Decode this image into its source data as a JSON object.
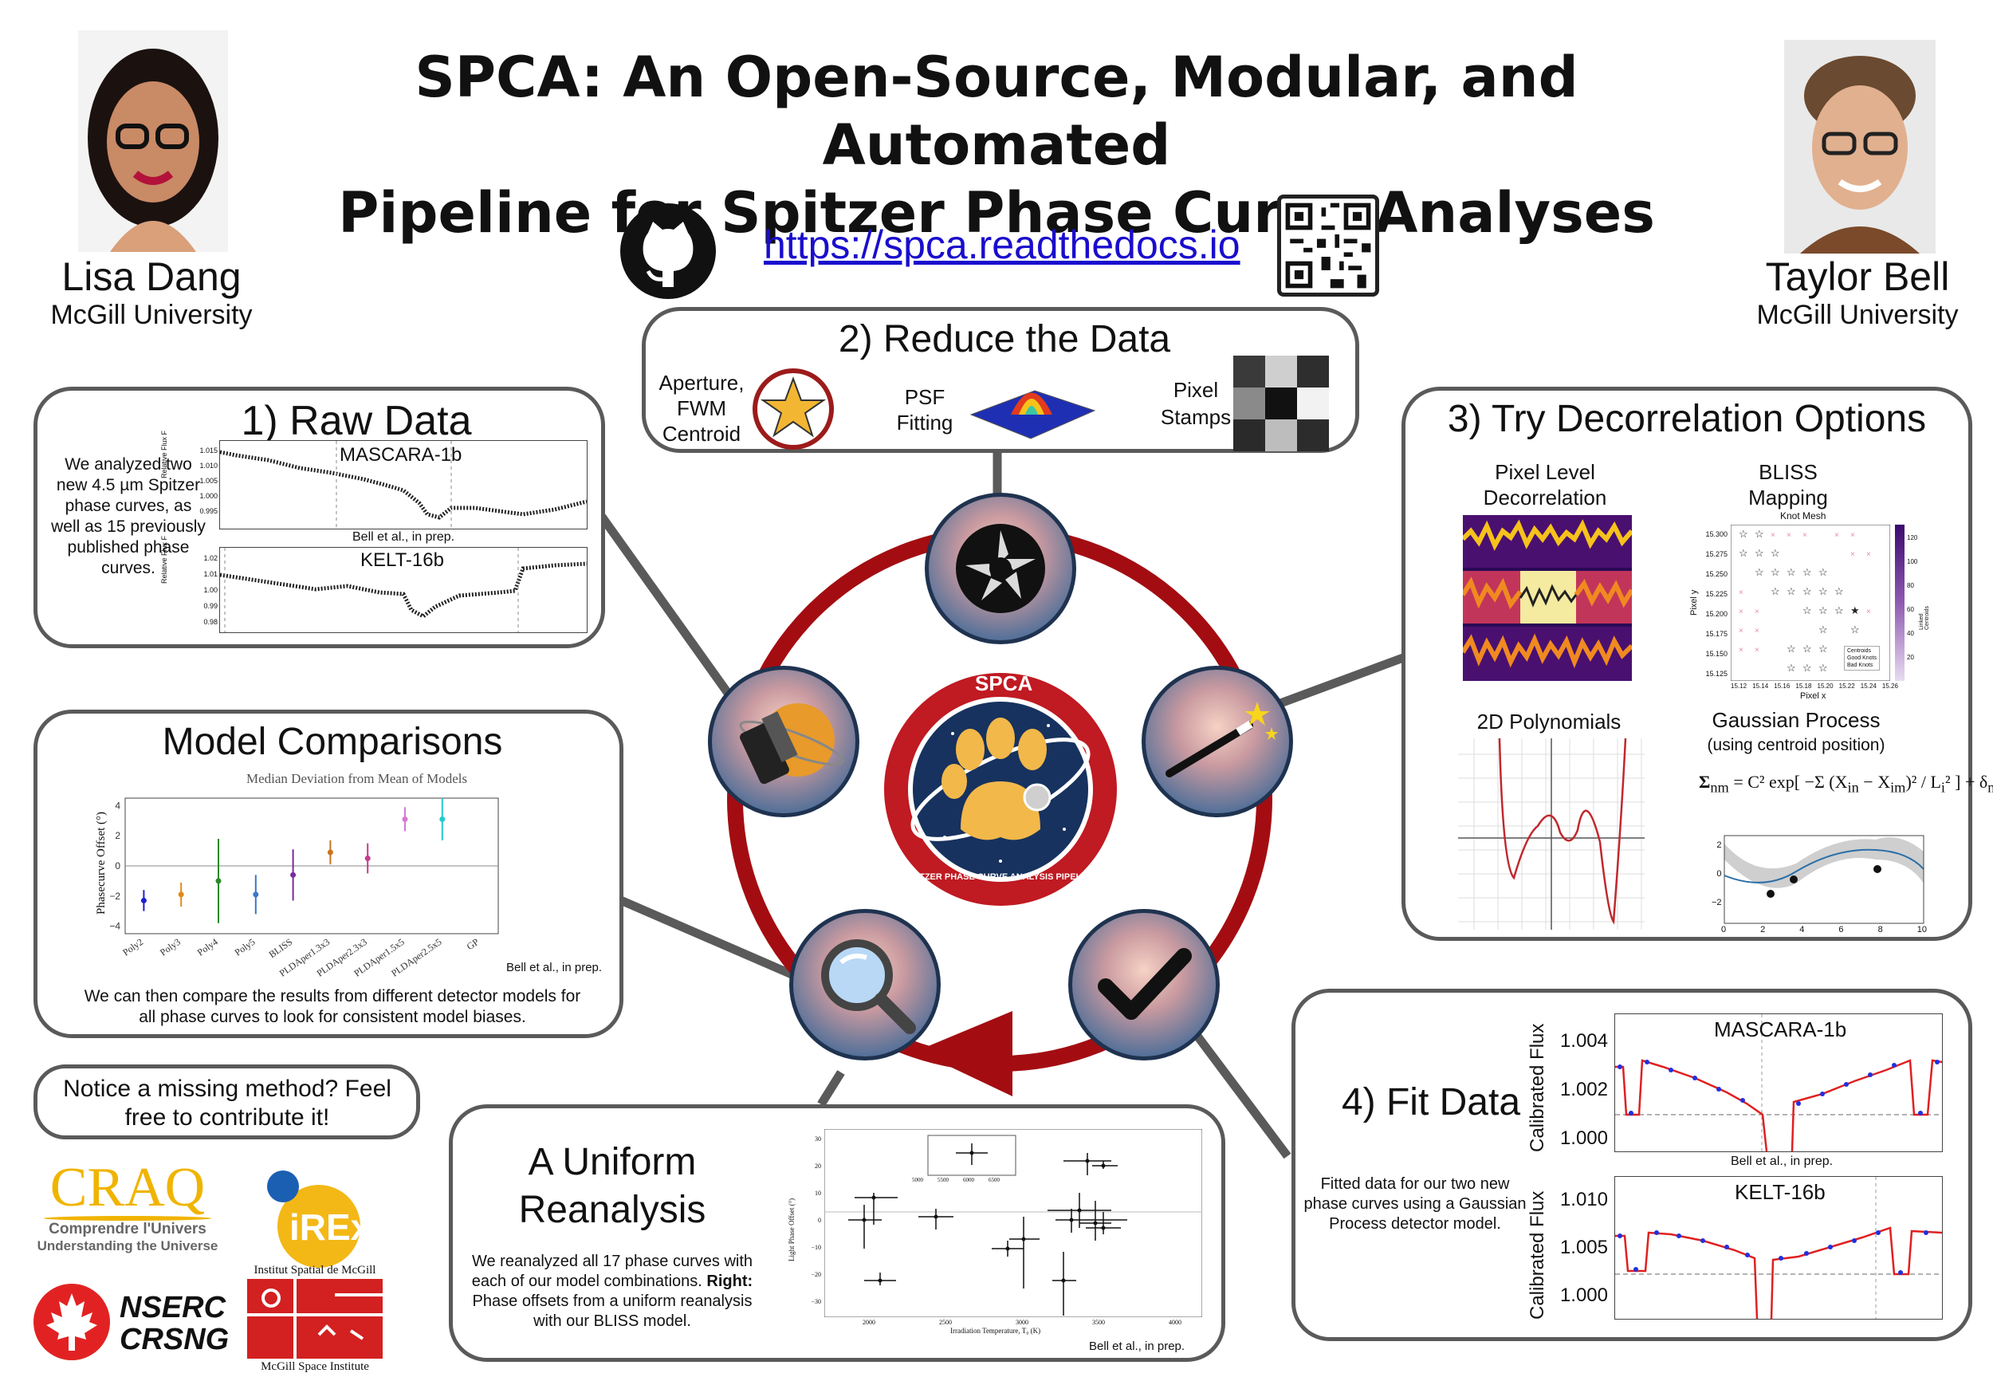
{
  "header": {
    "title_line1": "SPCA: An Open-Source, Modular, and Automated",
    "title_line2": "Pipeline for Spitzer Phase Curve Analyses",
    "url": "https://spca.readthedocs.io"
  },
  "authors": [
    {
      "name": "Lisa Dang",
      "affiliation": "McGill University"
    },
    {
      "name": "Taylor Bell",
      "affiliation": "McGill University"
    }
  ],
  "raw_data": {
    "heading": "1) Raw Data",
    "description": "We analyzed two new 4.5 µm Spitzer phase curves, as well as 15 previously published phase curves.",
    "plot1_title": "MASCARA-1b",
    "plot1_yticks": [
      "1.015",
      "1.010",
      "1.005",
      "1.000",
      "0.995"
    ],
    "plot2_title": "KELT-16b",
    "plot2_yticks": [
      "1.02",
      "1.01",
      "1.00",
      "0.99",
      "0.98"
    ],
    "ylabel": "Relative Flux F",
    "credit": "Bell et al., in prep."
  },
  "reduce": {
    "heading": "2) Reduce the Data",
    "aperture_label": "Aperture, FWM Centroid",
    "psf_label": "PSF Fitting",
    "pixel_label": "Pixel Stamps"
  },
  "decorrelation": {
    "heading": "3) Try Decorrelation Options",
    "pld_label": "Pixel Level Decorrelation",
    "bliss_label": "BLISS Mapping",
    "bliss_plot_title": "Knot Mesh",
    "bliss_xlabel": "Pixel x",
    "bliss_ylabel": "Pixel y",
    "bliss_cbar_label": "Linked Centroids",
    "bliss_yticks": [
      "15.300",
      "15.275",
      "15.250",
      "15.225",
      "15.200",
      "15.175",
      "15.150",
      "15.125"
    ],
    "bliss_xticks": [
      "15.12",
      "15.14",
      "15.16",
      "15.18",
      "15.20",
      "15.22",
      "15.24",
      "15.26"
    ],
    "bliss_cbar_ticks": [
      "120",
      "100",
      "80",
      "60",
      "40",
      "20"
    ],
    "bliss_legend": [
      "Centroids",
      "Good Knots",
      "Bad Knots"
    ],
    "poly_label": "2D Polynomials",
    "gp_label": "Gaussian Process",
    "gp_sublabel": "(using centroid position)",
    "gp_xticks": [
      "0",
      "2",
      "4",
      "6",
      "8",
      "10"
    ],
    "gp_yticks": [
      "2",
      "0",
      "−2"
    ]
  },
  "model_comparisons": {
    "heading": "Model Comparisons",
    "plot_title": "Median Deviation from Mean of Models",
    "ylabel": "Phasecurve Offset (°)",
    "caption": "We can then compare the results from different detector models for all phase curves to look for consistent model biases.",
    "credit": "Bell et al., in prep."
  },
  "fit": {
    "heading": "4) Fit Data",
    "description": "Fitted data for our two new phase curves using a Gaussian Process detector model.",
    "plot1_title": "MASCARA-1b",
    "plot1_yticks": [
      "1.004",
      "1.002",
      "1.000"
    ],
    "plot2_title": "KELT-16b",
    "plot2_yticks": [
      "1.010",
      "1.005",
      "1.000"
    ],
    "ylabel": "Calibrated Flux",
    "credit": "Bell et al., in prep."
  },
  "reanalysis": {
    "heading_line1": "A Uniform",
    "heading_line2": "Reanalysis",
    "description_part1": "We reanalyzed all 17 phase curves with each of our model combinations.",
    "description_bold": "Right:",
    "description_part2": "Phase offsets from a uniform reanalysis with our BLISS model.",
    "plot_xlabel": "Irradiation Temperature, T₀ (K)",
    "plot_ylabel": "Light Phase Offset (°)",
    "plot_xticks": [
      "2000",
      "2500",
      "3000",
      "3500",
      "4000"
    ],
    "plot_yticks": [
      "30",
      "20",
      "10",
      "0",
      "−10",
      "−20",
      "−30"
    ],
    "inset_xticks": [
      "5000",
      "5500",
      "6000",
      "6500"
    ],
    "credit": "Bell et al., in prep."
  },
  "contribute": {
    "text": "Notice a missing method? Feel free to contribute it!"
  },
  "logos": {
    "craq": "CRAQ",
    "craq_sub1": "Comprendre l'Univers",
    "craq_sub2": "Understanding the Universe",
    "irex": "iREx",
    "nserc1": "NSERC",
    "nserc2": "CRSNG",
    "msi_top": "Institut Spatial de McGill",
    "msi_bottom": "McGill Space Institute"
  },
  "center_logo": {
    "top": "SPCA",
    "ring": "SPITZER PHASE CURVE ANALYSIS PIPELINE"
  },
  "model_chart": {
    "chart_data": {
      "type": "scatter",
      "title": "Median Deviation from Mean of Models",
      "ylabel": "Phasecurve Offset (°)",
      "categories": [
        "Poly2",
        "Poly3",
        "Poly4",
        "Poly5",
        "BLISS",
        "PLDAper1.3x3",
        "PLDAper2.3x3",
        "PLDAper1.5x5",
        "PLDAper2.5x5",
        "GP"
      ],
      "values": [
        -2.3,
        -1.9,
        -1.0,
        -1.9,
        -0.6,
        0.9,
        0.5,
        3.1,
        3.1,
        null
      ],
      "errors": [
        0.7,
        0.8,
        2.8,
        1.3,
        1.7,
        0.8,
        1.0,
        0.8,
        1.4,
        null
      ],
      "colors": [
        "#1f1fd6",
        "#e08a1a",
        "#2a8a2a",
        "#3a77c8",
        "#7a2a9a",
        "#c8741e",
        "#c43c8c",
        "#d477d4",
        "#22c9cf",
        "#888888"
      ],
      "ylim": [
        -4.5,
        4.5
      ],
      "yticks": [
        4,
        2,
        0,
        -2,
        -4
      ]
    }
  },
  "colors": {
    "ring_red": "#a30d12",
    "box_border": "#5a5a5a",
    "icon_border": "#1f3350",
    "link_blue": "#1a0dcc"
  }
}
